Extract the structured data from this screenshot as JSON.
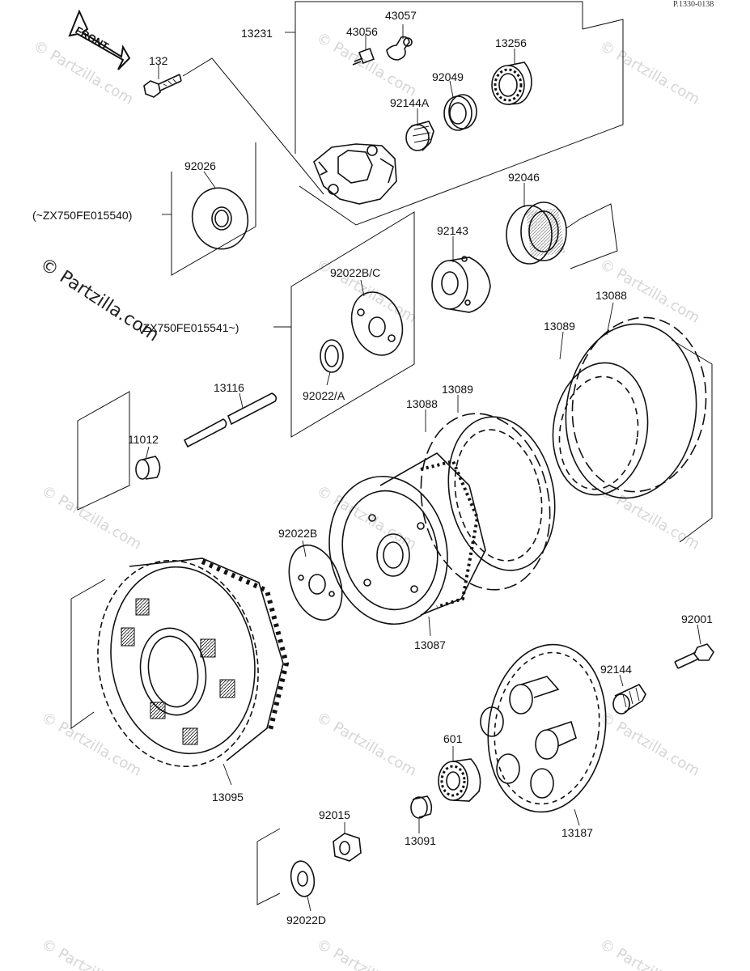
{
  "reference_code": "P.1330-0138",
  "watermark_text": "© Partzilla.com",
  "front_label": "FRONT",
  "labels": {
    "p13231": "13231",
    "p43057": "43057",
    "p43056": "43056",
    "p132": "132",
    "p13256": "13256",
    "p92049": "92049",
    "p92144A": "92144A",
    "p92026": "92026",
    "serial_before": "(~ZX750FE015540)",
    "p92046": "92046",
    "p92143": "92143",
    "p92022BC": "92022B/C",
    "serial_after": "(ZX750FE015541~)",
    "p92022A": "92022/A",
    "p13088_top": "13088",
    "p13089_top": "13089",
    "p13116": "13116",
    "p11012": "11012",
    "p13089_mid": "13089",
    "p13088_mid": "13088",
    "p92022B": "92022B",
    "p13087": "13087",
    "p92001": "92001",
    "p92144": "92144",
    "p601": "601",
    "p13095": "13095",
    "p92015": "92015",
    "p13091": "13091",
    "p13187": "13187",
    "p92022D": "92022D"
  }
}
